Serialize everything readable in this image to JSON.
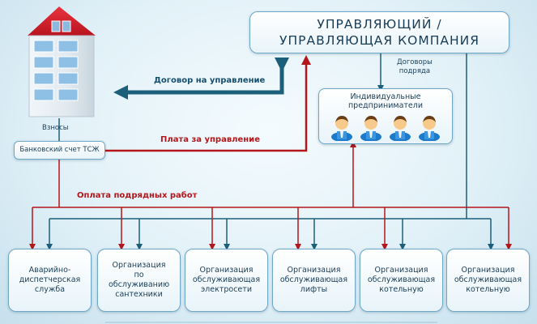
{
  "company": {
    "line1": "УПРАВЛЯЮЩИЙ /",
    "line2": "УПРАВЛЯЮЩАЯ КОМПАНИЯ"
  },
  "contracts_label": {
    "line1": "Договоры",
    "line2": "подряда"
  },
  "entrepreneurs": {
    "line1": "Индивидуальные",
    "line2": "предприниматели"
  },
  "management_contract": "Договор на управление",
  "management_fee": "Плата за управление",
  "contract_payment": "Оплата подрядных работ",
  "contributions": "Взносы",
  "bank_account": "Банковский счет ТСЖ",
  "organizations": [
    {
      "lines": [
        "Аварийно-",
        "диспетчерская",
        "служба"
      ]
    },
    {
      "lines": [
        "Организация",
        "по",
        "обслуживанию",
        "сантехники"
      ]
    },
    {
      "lines": [
        "Организация",
        "обслуживающая",
        "электросети"
      ]
    },
    {
      "lines": [
        "Организация",
        "обслуживающая",
        "лифты"
      ]
    },
    {
      "lines": [
        "Организация",
        "обслуживающая",
        "котельную"
      ]
    },
    {
      "lines": [
        "Организация",
        "обслуживающая",
        "котельную"
      ]
    }
  ],
  "icons": {
    "building": "apartment-building-icon",
    "person": "businessman-icon"
  },
  "colors": {
    "blue_line": "#1c5f7a",
    "red_line": "#b3161b",
    "roof": "#d42431",
    "building": "#e6eef4"
  }
}
